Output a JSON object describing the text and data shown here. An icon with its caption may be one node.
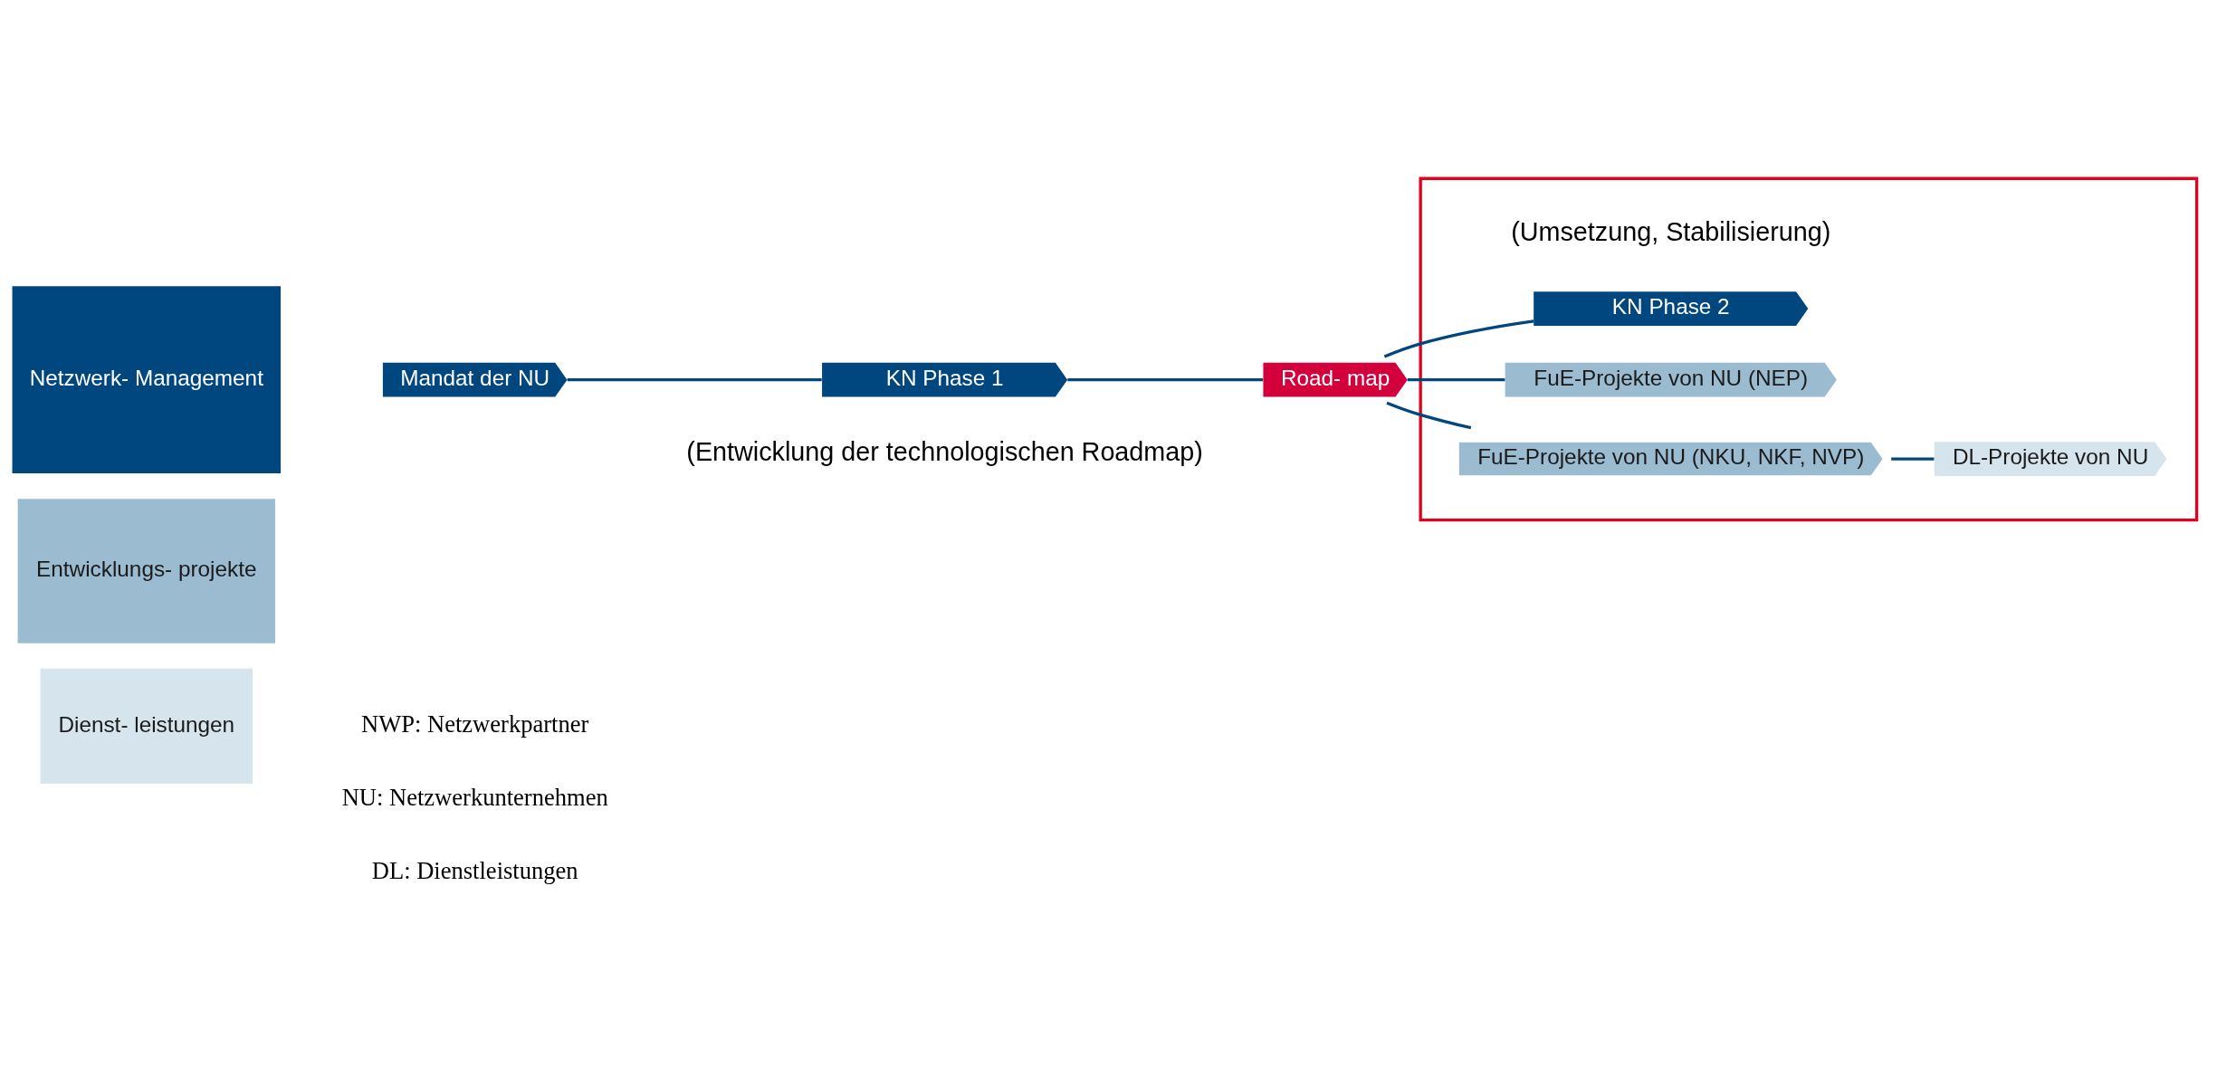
{
  "diagram": {
    "nodes": [
      {
        "text": [
          "Netzwerk- Management"
        ]
      },
      {
        "text": [
          "Entwicklungs- projekte"
        ]
      },
      {
        "text": [
          "Dienst- leistungen"
        ]
      },
      {
        "text": [
          "Mandat der NU"
        ]
      },
      {
        "text": [
          "KN Phase 1"
        ],
        "beside": [
          "(Entwicklung der technologischen Roadmap)"
        ]
      },
      {
        "text": [
          "Road- map"
        ]
      },
      {
        "text": [],
        "shape": "box"
      },
      {
        "text": [
          "KN Phase 2"
        ],
        "beside": [
          "(Umsetzung, Stabilisierung)"
        ],
        "in": 6
      },
      {
        "text": [
          "FuE-Projekte von NU (NEP)"
        ],
        "in": 6
      },
      {
        "text": [
          "FuE-Projekte von NU (NKU, NKF, NVP)"
        ],
        "in": 6
      },
      {
        "text": [
          "DL-Projekte von NU"
        ],
        "in": 6
      }
    ],
    "edges": [
      {
        "from": 3,
        "to": 4,
        "arrow": "none"
      },
      {
        "from": 4,
        "to": 5,
        "arrow": "none"
      },
      {
        "from": 5,
        "to": 7,
        "arrow": "none"
      },
      {
        "from": 5,
        "to": 8,
        "arrow": "none"
      },
      {
        "from": 5,
        "to": 9,
        "arrow": "none"
      },
      {
        "from": 9,
        "to": 10,
        "arrow": "none"
      }
    ],
    "labels": [
      "NWP: Netzwerkpartner",
      "NU: Netzwerkunternehmen",
      "DL: Dienstleistungen"
    ]
  }
}
